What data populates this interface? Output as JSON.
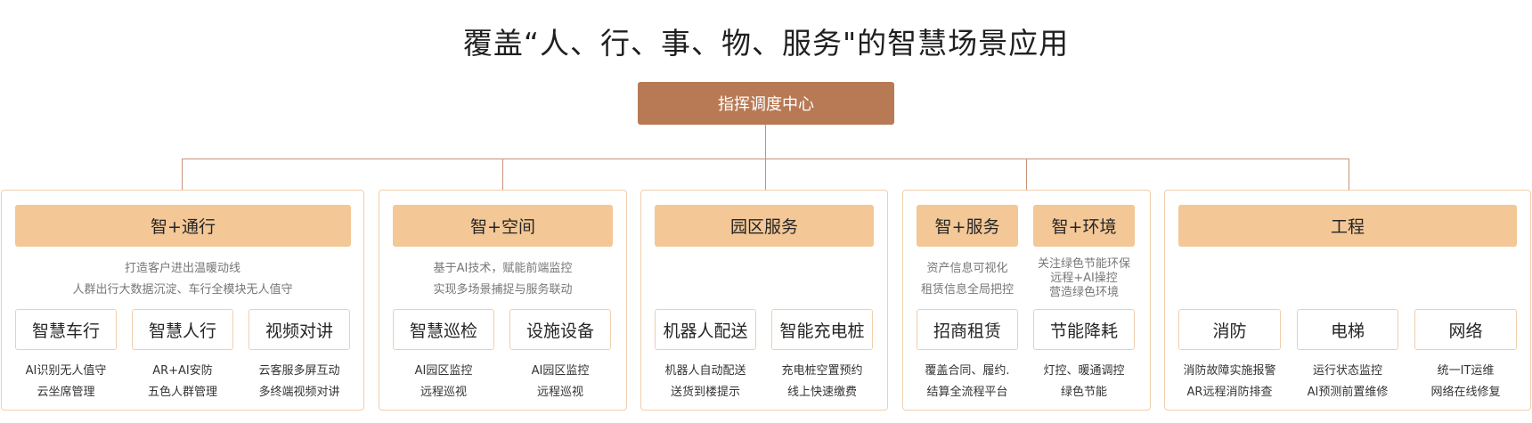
{
  "title": "覆盖“人、行、事、物、服务\"的智慧场景应用",
  "center": "指挥调度中心",
  "panels": [
    {
      "header": "智+通行",
      "desc": [
        "打造客户进出温暖动线",
        "人群出行大数据沉淀、车行全模块无人值守"
      ],
      "items": [
        {
          "label": "智慧车行",
          "sub": [
            "AI识别无人值守",
            "云坐席管理"
          ]
        },
        {
          "label": "智慧人行",
          "sub": [
            "AR+AI安防",
            "五色人群管理"
          ]
        },
        {
          "label": "视频对讲",
          "sub": [
            "云客服多屏互动",
            "多终端视频对讲"
          ]
        }
      ]
    },
    {
      "header": "智+空间",
      "desc": [
        "基于AI技术，赋能前端监控",
        "实现多场景捕捉与服务联动"
      ],
      "items": [
        {
          "label": "智慧巡检",
          "sub": [
            "AI园区监控",
            "远程巡视"
          ]
        },
        {
          "label": "设施设备",
          "sub": [
            "AI园区监控",
            "远程巡视"
          ]
        }
      ]
    },
    {
      "header": "园区服务",
      "desc": [],
      "items": [
        {
          "label": "机器人配送",
          "sub": [
            "机器人自动配送",
            "送货到楼提示"
          ]
        },
        {
          "label": "智能充电桩",
          "sub": [
            "充电桩空置预约",
            "线上快速缴费"
          ]
        }
      ]
    },
    {
      "headers": [
        "智+服务",
        "智+环境"
      ],
      "desc_left": [
        "资产信息可视化",
        "租赁信息全局把控"
      ],
      "desc_right": [
        "关注绿色节能环保",
        "远程+AI操控",
        "营造绿色环境"
      ],
      "items": [
        {
          "label": "招商租赁",
          "sub": [
            "覆盖合同、履约.",
            "结算全流程平台"
          ]
        },
        {
          "label": "节能降耗",
          "sub": [
            "灯控、暖通调控",
            "绿色节能"
          ]
        }
      ]
    },
    {
      "header": "工程",
      "desc": [],
      "items": [
        {
          "label": "消防",
          "sub": [
            "消防故障实施报警",
            "AR远程消防排查"
          ]
        },
        {
          "label": "电梯",
          "sub": [
            "运行状态监控",
            "AI预测前置维修"
          ]
        },
        {
          "label": "网络",
          "sub": [
            "统一IT运维",
            "网络在线修复"
          ]
        }
      ]
    }
  ]
}
